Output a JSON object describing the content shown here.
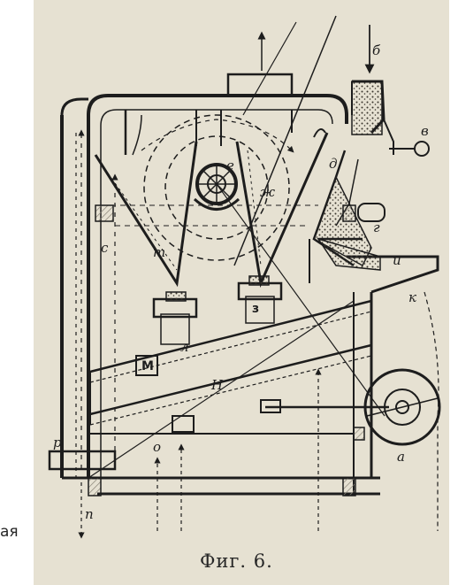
{
  "figure": {
    "caption": "Фиг. 6.",
    "left_fragment": "ая"
  },
  "labels": {
    "b": "б",
    "v": "в",
    "d": "д",
    "e": "е",
    "zh": "ж",
    "g": "г",
    "i": "и",
    "k": "к",
    "a": "а",
    "c": "с",
    "t": "т",
    "z": "з",
    "m": "М",
    "l": "л",
    "kh": "Н",
    "o": "о",
    "r": "р",
    "p": "п"
  },
  "colors": {
    "ink": "#1d1d1d",
    "paper": "#e6e1d2",
    "hatch": "#8a8478"
  }
}
